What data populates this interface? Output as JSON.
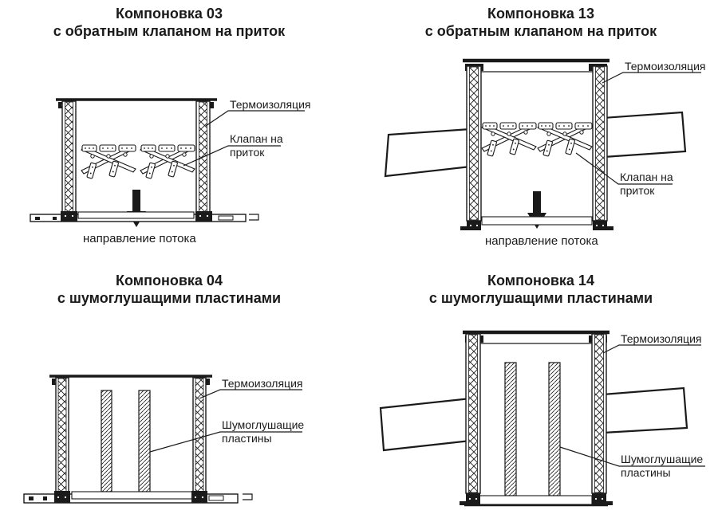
{
  "figure": {
    "background": "#ffffff",
    "line_color": "#1a1a1a"
  },
  "panels": [
    {
      "id": "kompanovka-03",
      "title_line1": "Компоновка 03",
      "title_line2": "с обратным клапаном на приток",
      "labels": {
        "insulation": "Термоизоляция",
        "valve_line1": "Клапан на",
        "valve_line2": "приток"
      },
      "caption": "направление потока"
    },
    {
      "id": "kompanovka-13",
      "title_line1": "Компоновка 13",
      "title_line2": "с обратным клапаном на приток",
      "labels": {
        "insulation": "Термоизоляция",
        "valve_line1": "Клапан на",
        "valve_line2": "приток"
      },
      "caption": "направление потока"
    },
    {
      "id": "kompanovka-04",
      "title_line1": "Компоновка 04",
      "title_line2": "с шумоглушащими пластинами",
      "labels": {
        "insulation": "Термоизоляция",
        "plates_line1": "Шумоглушащие",
        "plates_line2": "пластины"
      }
    },
    {
      "id": "kompanovka-14",
      "title_line1": "Компоновка 14",
      "title_line2": "с шумоглушащими пластинами",
      "labels": {
        "insulation": "Термоизоляция",
        "plates_line1": "Шумоглушащие",
        "plates_line2": "пластины"
      }
    }
  ]
}
